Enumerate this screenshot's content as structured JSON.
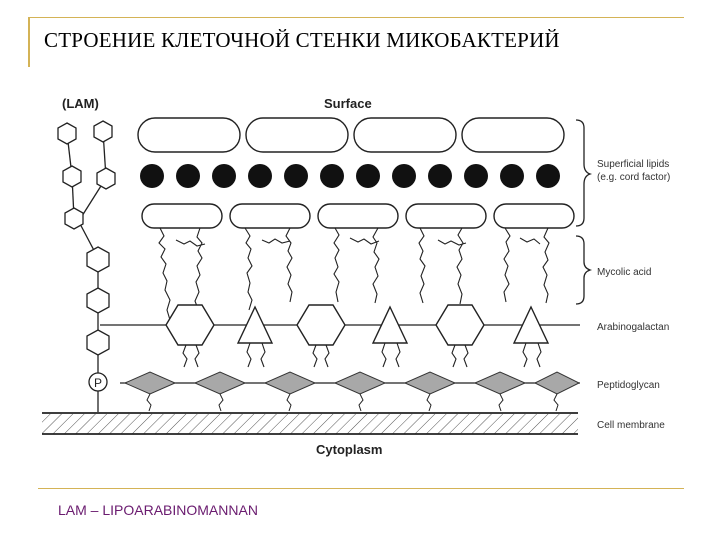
{
  "slide": {
    "title": "СТРОЕНИЕ КЛЕТОЧНОЙ СТЕНКИ МИКОБАКТЕРИЙ",
    "footer": "LAM – LIPOARABINOMANNAN"
  },
  "diagram": {
    "lam_label": "(LAM)",
    "surface_label": "Surface",
    "cytoplasm_label": "Cytoplasm",
    "phosphate_symbol": "P",
    "layers": {
      "superficial_lipids_line1": "Superficial lipids",
      "superficial_lipids_line2": "(e.g. cord factor)",
      "mycolic_acid": "Mycolic acid",
      "arabinogalactan": "Arabinogalactan",
      "peptidoglycan": "Peptidoglycan",
      "cell_membrane": "Cell membrane"
    }
  }
}
